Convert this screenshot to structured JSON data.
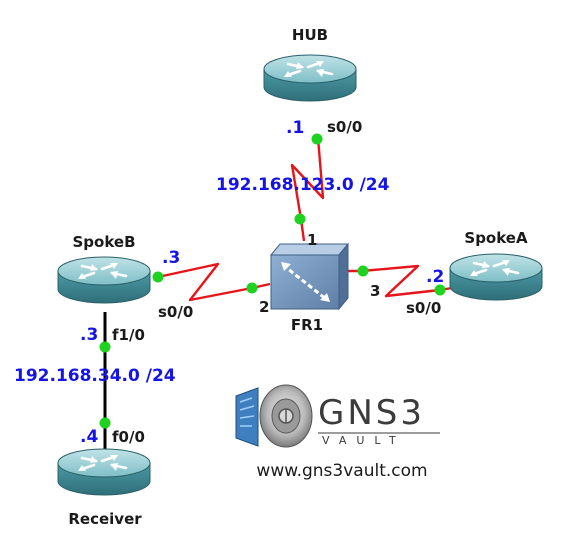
{
  "devices": {
    "hub": {
      "name": "HUB",
      "interface": "s0/0",
      "ip_suffix": ".1"
    },
    "spoke_b": {
      "name": "SpokeB",
      "serial_interface": "s0/0",
      "serial_ip_suffix": ".3",
      "fast_interface": "f1/0",
      "fast_ip_suffix": ".3"
    },
    "spoke_a": {
      "name": "SpokeA",
      "interface": "s0/0",
      "ip_suffix": ".2"
    },
    "receiver": {
      "name": "Receiver",
      "interface": "f0/0",
      "ip_suffix": ".4"
    },
    "frame_relay": {
      "name": "FR1",
      "port_hub": "1",
      "port_spoke_b": "2",
      "port_spoke_a": "3"
    }
  },
  "networks": {
    "frame_relay": "192.168.123.0 /24",
    "lan": "192.168.34.0 /24"
  },
  "logo": {
    "brand": "GNS3",
    "sub": "VAULT",
    "url": "www.gns3vault.com"
  },
  "colors": {
    "serial_link": "#e8141b",
    "ethernet_link": "#000000",
    "connector": "#1fd21f",
    "label_blue": "#1414e6",
    "router_body": "#3f8f9b",
    "switch_body": "#6f8fb5"
  }
}
